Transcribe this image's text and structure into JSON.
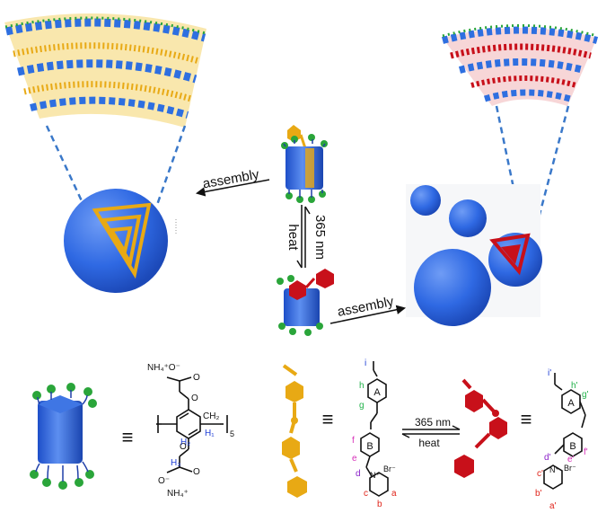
{
  "labels": {
    "assembly_left": "assembly",
    "assembly_right": "assembly",
    "uv_top": "365 nm",
    "heat_top": "heat",
    "uv_bottom": "365 nm",
    "heat_bottom": "heat",
    "equiv": "≡"
  },
  "pillararene": {
    "nh4_top": "NH₄⁺O⁻",
    "nh4_bottom": "NH₄⁺",
    "o_bottom": "O⁻",
    "ch2": "CH₂",
    "n5": "5",
    "h1": "H₁",
    "h2": "H₂",
    "h3": "H₃"
  },
  "guest_trans": {
    "ring_a": "A",
    "ring_b": "B",
    "i": "i",
    "h": "h",
    "g": "g",
    "f": "f",
    "e": "e",
    "d": "d",
    "c": "c",
    "b": "b",
    "a": "a",
    "br": "Br⁻",
    "n_plus": "N⁺"
  },
  "guest_cis": {
    "ring_a": "A",
    "ring_b": "B",
    "i": "i'",
    "h": "h'",
    "g": "g'",
    "f": "f'",
    "e": "e'",
    "d": "d'",
    "c": "c'",
    "b": "b'",
    "a": "a'",
    "br": "Br⁻",
    "n_plus": "N⁺"
  },
  "colors": {
    "blue": "#2e6fe0",
    "yellow": "#e8a914",
    "red": "#c8101a",
    "green": "#2aa53a",
    "dash": "#3a78c9"
  }
}
